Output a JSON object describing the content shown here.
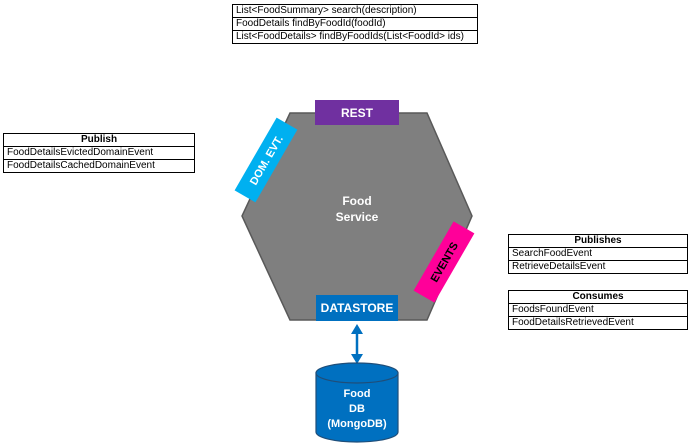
{
  "rest_api": {
    "methods": [
      "List<FoodSummary> search(description)",
      "FoodDetails findByFoodId(foodId)",
      "List<FoodDetails> findByFoodIds(List<FoodId> ids)"
    ]
  },
  "publish_domain": {
    "title": "Publish",
    "items": [
      "FoodDetailsEvictedDomainEvent",
      "FoodDetailsCachedDomainEvent"
    ]
  },
  "publishes": {
    "title": "Publishes",
    "items": [
      "SearchFoodEvent",
      "RetrieveDetailsEvent"
    ]
  },
  "consumes": {
    "title": "Consumes",
    "items": [
      "FoodsFoundEvent",
      "FoodDetailsRetrievedEvent"
    ]
  },
  "service": {
    "line1": "Food",
    "line2": "Service"
  },
  "ports": {
    "rest": "REST",
    "dom_evt": "DOM. EVT.",
    "events": "EVENTS",
    "datastore": "DATASTORE"
  },
  "database": {
    "line1": "Food",
    "line2": "DB",
    "line3": "(MongoDB)"
  },
  "colors": {
    "hexagon": "#7f7f7f",
    "rest": "#7030a0",
    "dom_evt": "#00b0f0",
    "events": "#ff0099",
    "datastore": "#0070c0",
    "db": "#0070c0"
  }
}
